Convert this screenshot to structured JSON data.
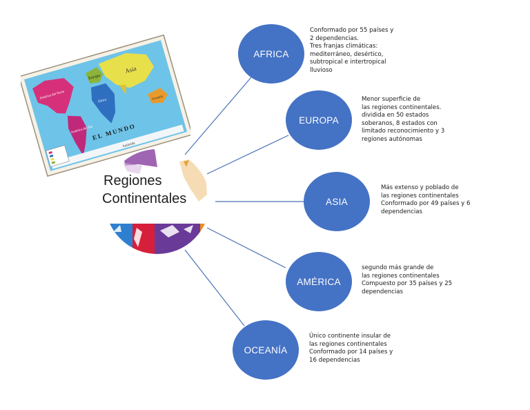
{
  "central": {
    "title_line1": "Regiones",
    "title_line2": "Continentales"
  },
  "map": {
    "labels": [
      "Asia",
      "Europa",
      "América del Norte",
      "América del Sur",
      "África",
      "Oceanía",
      "EL MUNDO",
      "Antártida"
    ]
  },
  "regions": [
    {
      "name": "AFRICA",
      "description": "Conformado por 55 países y\n2 dependencias.\nTres franjas climáticas:\nmediterráneo, desértico,\nsubtropical e intertropical\nlluvioso"
    },
    {
      "name": "EUROPA",
      "description": "Menor superficie de\nlas regiones continentales.\ndividida en 50 estados\nsoberanos, 8 estados con\nlimitado reconocimiento y 3\nregiones autónomas"
    },
    {
      "name": "ASIA",
      "description": "Más extenso y poblado de\nlas regiones continentales\nConformado por 49 países y 6\ndependencias"
    },
    {
      "name": "AMÉRICA",
      "description": "segundo más grande de\nlas regiones continentales\nCompuesto por 35 países y 25\ndependencias"
    },
    {
      "name": "OCEANÍA",
      "description": "Único continente insular de\nlas regiones continentales\nConformado por 14 países y\n16 dependencias"
    }
  ],
  "colors": {
    "node": "#4472c4",
    "connector": "#4a72b8",
    "ocean": "#6ec3e8",
    "node_text": "#ffffff"
  }
}
